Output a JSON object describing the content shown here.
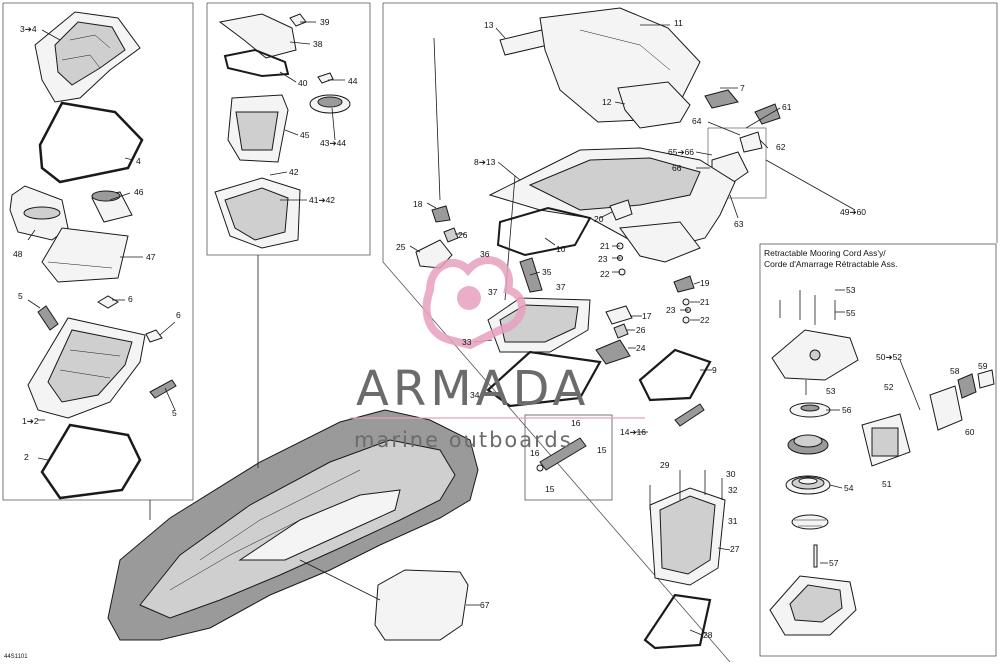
{
  "watermark": {
    "title": "ARMADA",
    "subtitle": "marine outboards",
    "color_pink": "#e8a0c0",
    "color_gray": "#6b6b6b"
  },
  "reference_code": "44S1101",
  "retractable_box": {
    "title_en": "Retractable Mooring Cord Ass'y/",
    "title_fr": "Corde d'Amarrage Rétractable Ass."
  },
  "part_labels": {
    "p3_4": "3➔4",
    "p4": "4",
    "p46": "46",
    "p48": "48",
    "p47": "47",
    "p5a": "5",
    "p6a": "6",
    "p6b": "6",
    "p5b": "5",
    "p1_2": "1➔2",
    "p2": "2",
    "p39": "39",
    "p38": "38",
    "p40": "40",
    "p44": "44",
    "p45": "45",
    "p43_44": "43➔44",
    "p42": "42",
    "p41_42": "41➔42",
    "p13": "13",
    "p11": "11",
    "p7": "7",
    "p12": "12",
    "p61": "61",
    "p64": "64",
    "p62": "62",
    "p65_66": "65➔66",
    "p66": "66",
    "p63": "63",
    "p8_13": "8➔13",
    "p49_60": "49➔60",
    "p18": "18",
    "p20": "20",
    "p10": "10",
    "p26a": "26",
    "p25": "25",
    "p21a": "21",
    "p23a": "23",
    "p36": "36",
    "p22a": "22",
    "p35": "35",
    "p19": "19",
    "p37a": "37",
    "p37b": "37",
    "p21b": "21",
    "p23b": "23",
    "p22b": "22",
    "p17": "17",
    "p26b": "26",
    "p33": "33",
    "p24": "24",
    "p9": "9",
    "p34": "34",
    "p14_16": "14➔16",
    "p16a": "16",
    "p16b": "16",
    "p15a": "15",
    "p15b": "15",
    "p29": "29",
    "p30": "30",
    "p32": "32",
    "p31": "31",
    "p27": "27",
    "p67": "67",
    "p28": "28",
    "p53a": "53",
    "p55": "55",
    "p50_52": "50➔52",
    "p53b": "53",
    "p52": "52",
    "p58": "58",
    "p59": "59",
    "p56": "56",
    "p60": "60",
    "p54": "54",
    "p51": "51",
    "p57": "57"
  }
}
